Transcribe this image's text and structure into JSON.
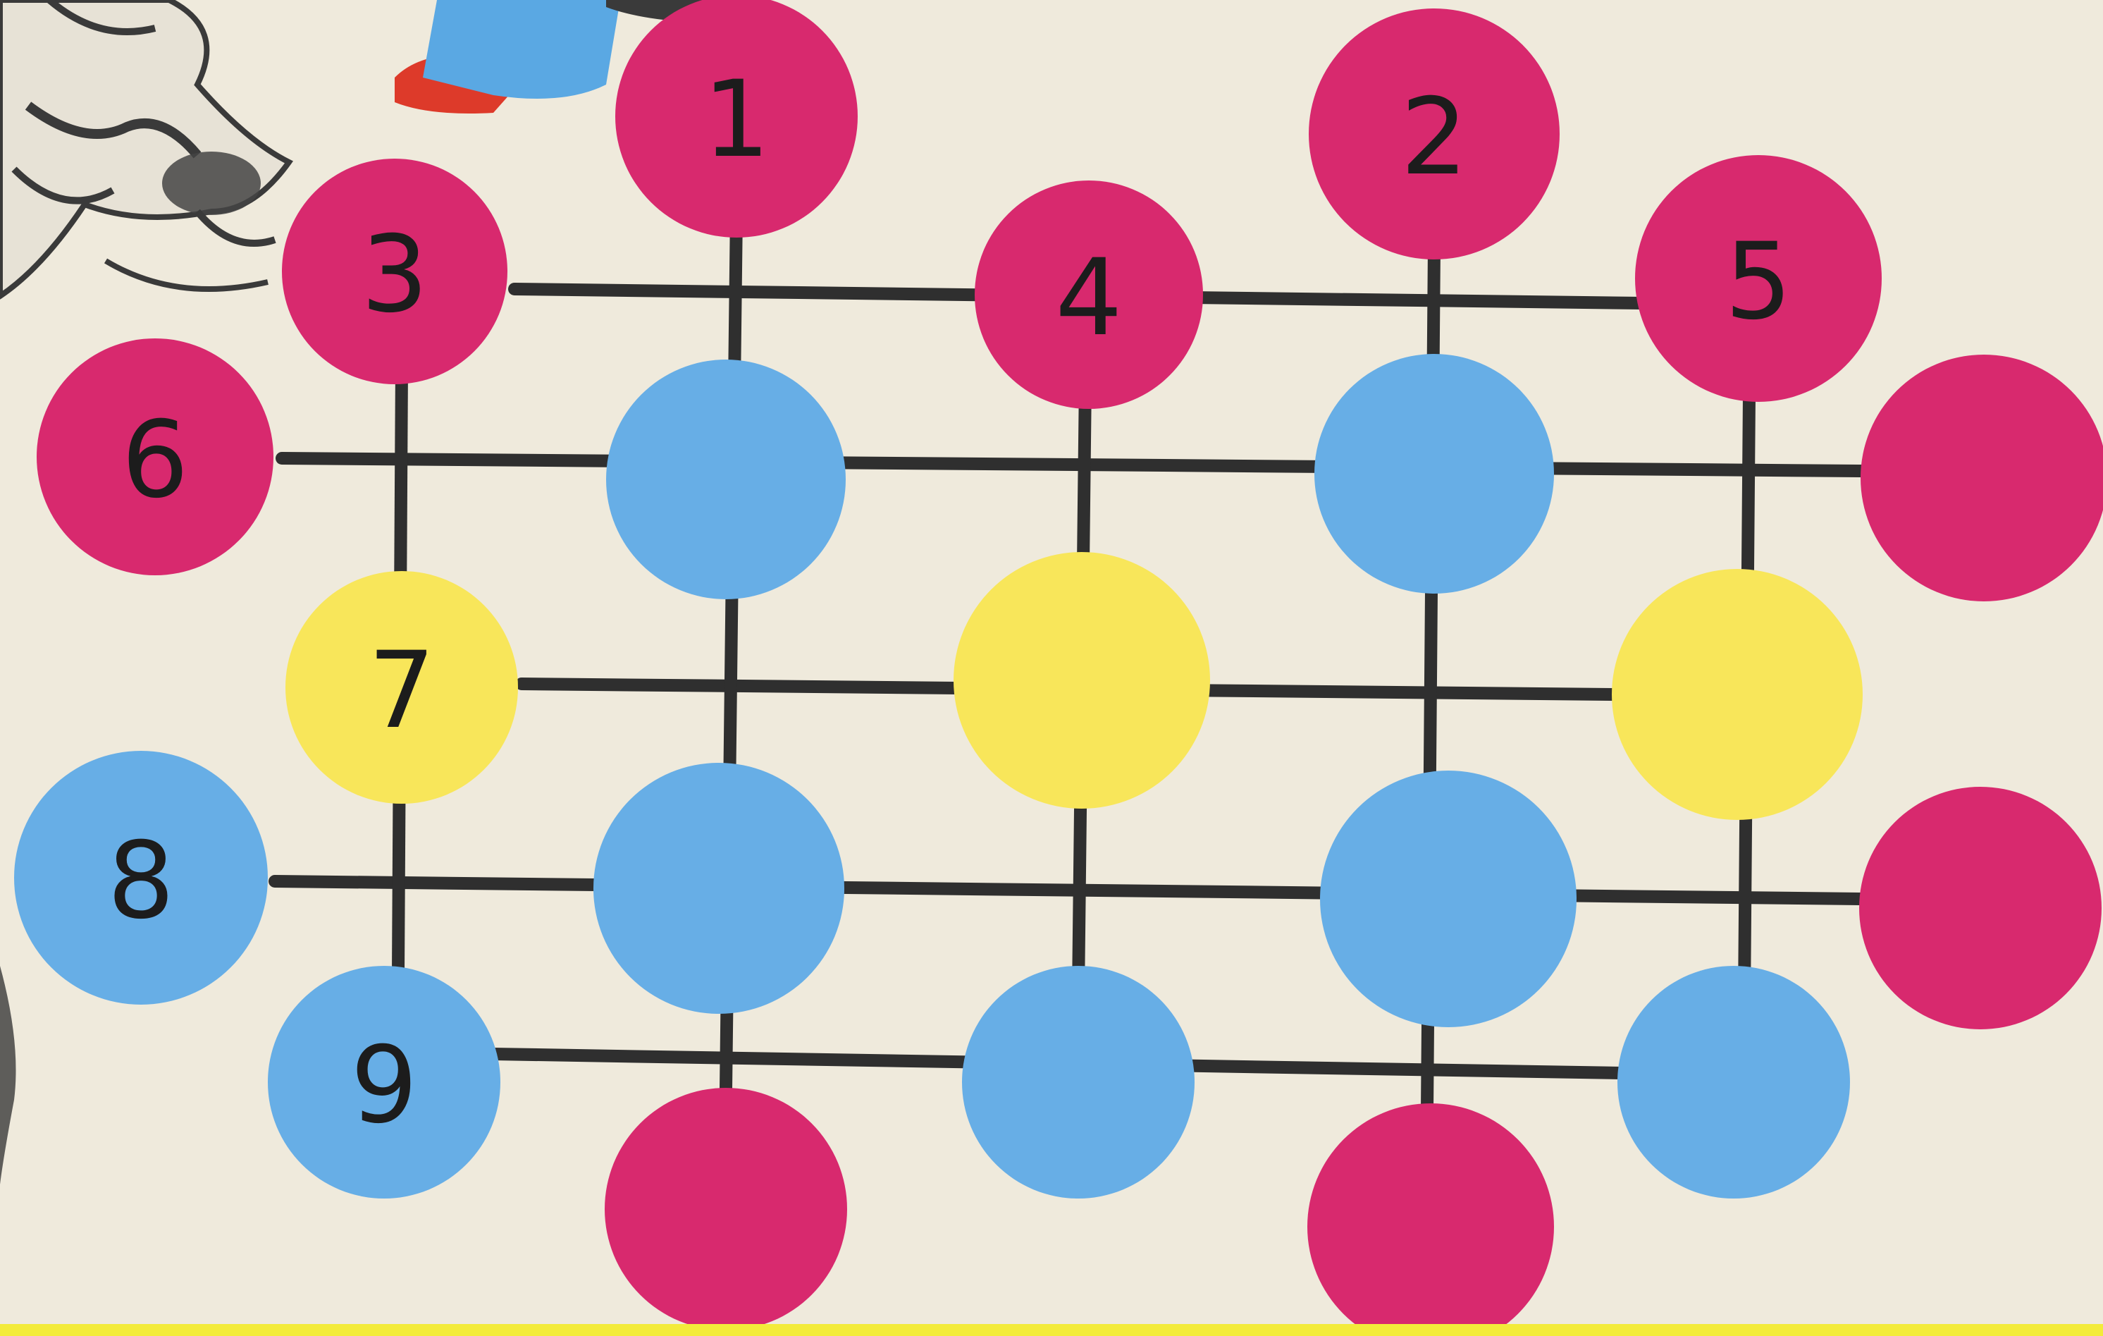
{
  "puzzle": {
    "colors": {
      "magenta": "#d8296e",
      "blue": "#67aee6",
      "yellow": "#f8e65a",
      "line": "#2f2f2f",
      "paper": "#efeadc",
      "bottom_stripe": "#f3eb3a"
    },
    "cells": [
      {
        "label": "1",
        "color": "magenta"
      },
      {
        "label": "2",
        "color": "magenta"
      },
      {
        "label": "3",
        "color": "magenta"
      },
      {
        "label": "4",
        "color": "magenta"
      },
      {
        "label": "5",
        "color": "magenta"
      },
      {
        "label": "6",
        "color": "magenta"
      },
      {
        "label": "",
        "color": "blue"
      },
      {
        "label": "",
        "color": "blue"
      },
      {
        "label": "",
        "color": "magenta"
      },
      {
        "label": "7",
        "color": "yellow"
      },
      {
        "label": "",
        "color": "yellow"
      },
      {
        "label": "",
        "color": "yellow"
      },
      {
        "label": "8",
        "color": "blue"
      },
      {
        "label": "",
        "color": "blue"
      },
      {
        "label": "",
        "color": "blue"
      },
      {
        "label": "",
        "color": "magenta"
      },
      {
        "label": "9",
        "color": "blue"
      },
      {
        "label": "",
        "color": "magenta"
      },
      {
        "label": "",
        "color": "blue"
      },
      {
        "label": "",
        "color": "magenta"
      },
      {
        "label": "",
        "color": "blue"
      }
    ]
  }
}
